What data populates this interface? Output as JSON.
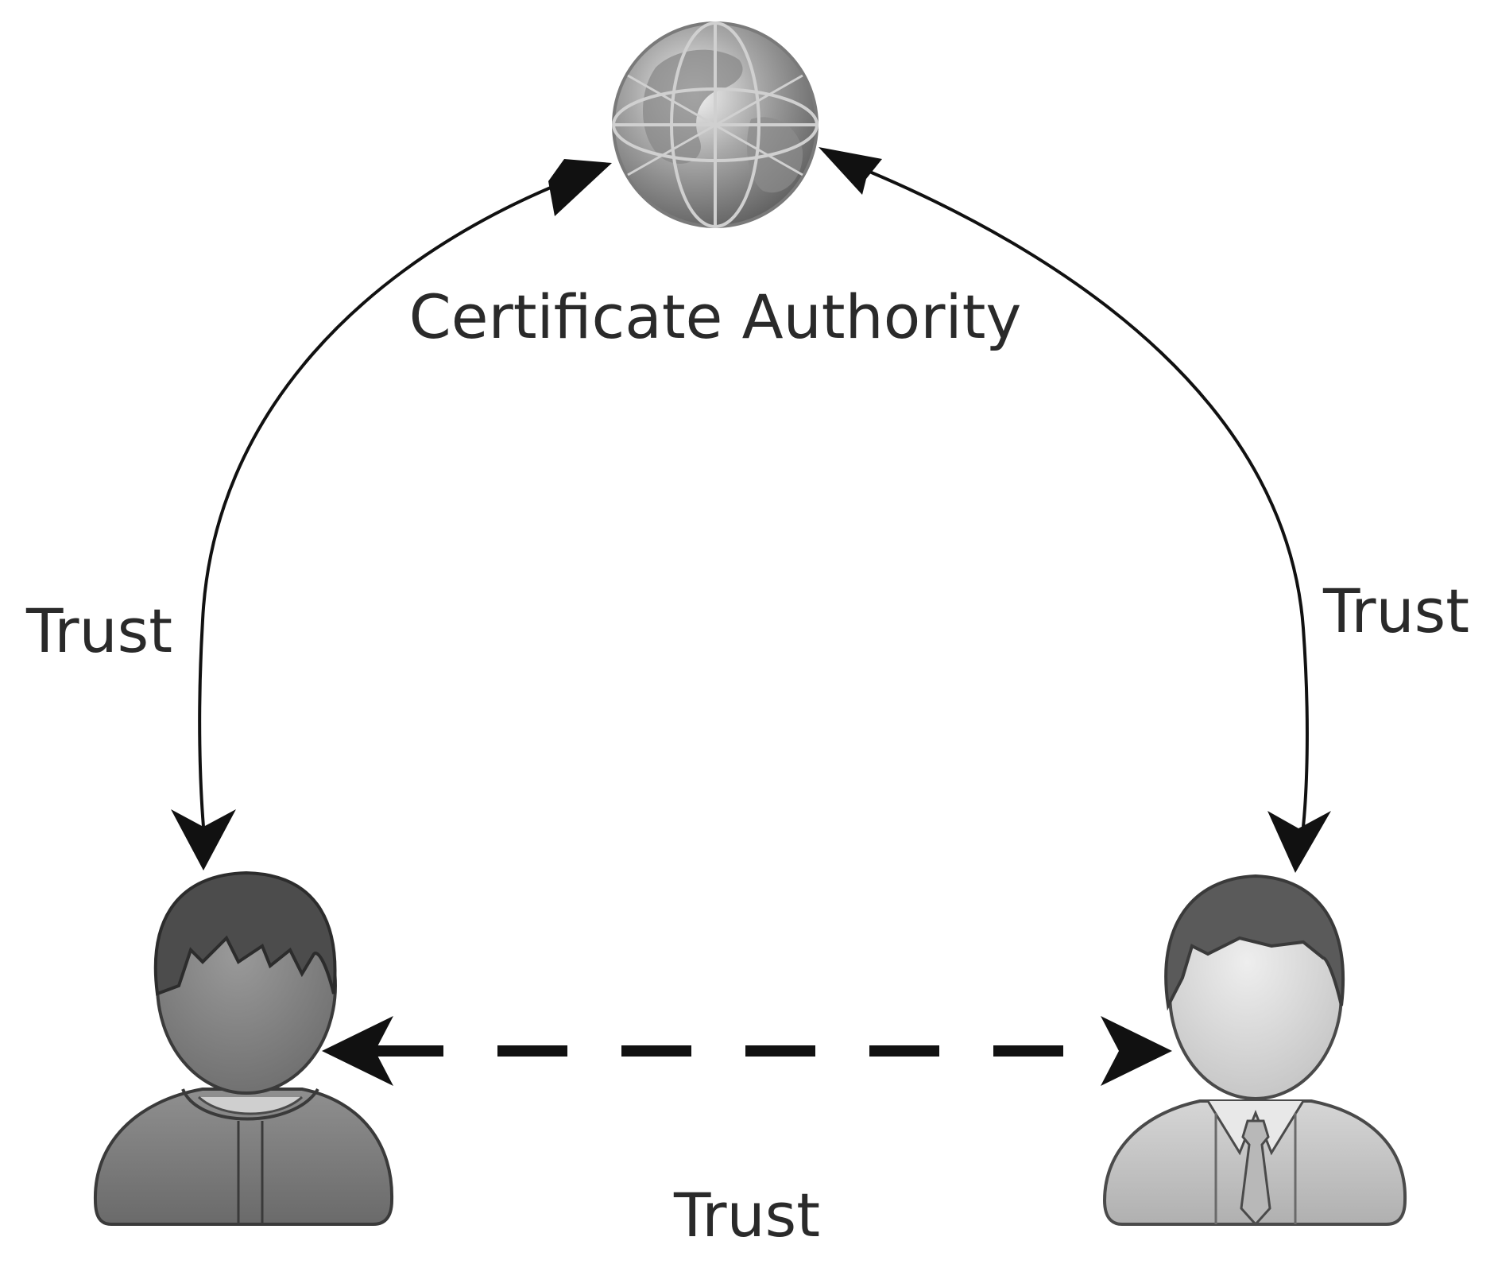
{
  "nodes": {
    "ca": {
      "label": "Certificate Authority",
      "icon": "globe-icon"
    },
    "user_left": {
      "icon": "user-hoodie-icon"
    },
    "user_right": {
      "icon": "user-businessman-icon"
    }
  },
  "edges": {
    "left": {
      "label": "Trust",
      "style": "solid",
      "direction": "bidirectional"
    },
    "right": {
      "label": "Trust",
      "style": "solid",
      "direction": "bidirectional"
    },
    "bottom": {
      "label": "Trust",
      "style": "dashed",
      "direction": "bidirectional"
    }
  },
  "colors": {
    "line": "#111111",
    "text": "#2a2a2a",
    "icon_dark": "#5a5a5a",
    "icon_light": "#bdbdbd"
  }
}
